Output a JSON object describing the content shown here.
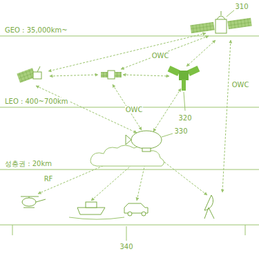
{
  "diagram": {
    "labels": [
      "GEO : 35,000km~",
      "310",
      "OWC",
      "LEO : 400~700km",
      "OWC",
      "320",
      "OWC",
      "330",
      "성층권 : 20km",
      "RF",
      "340"
    ]
  }
}
